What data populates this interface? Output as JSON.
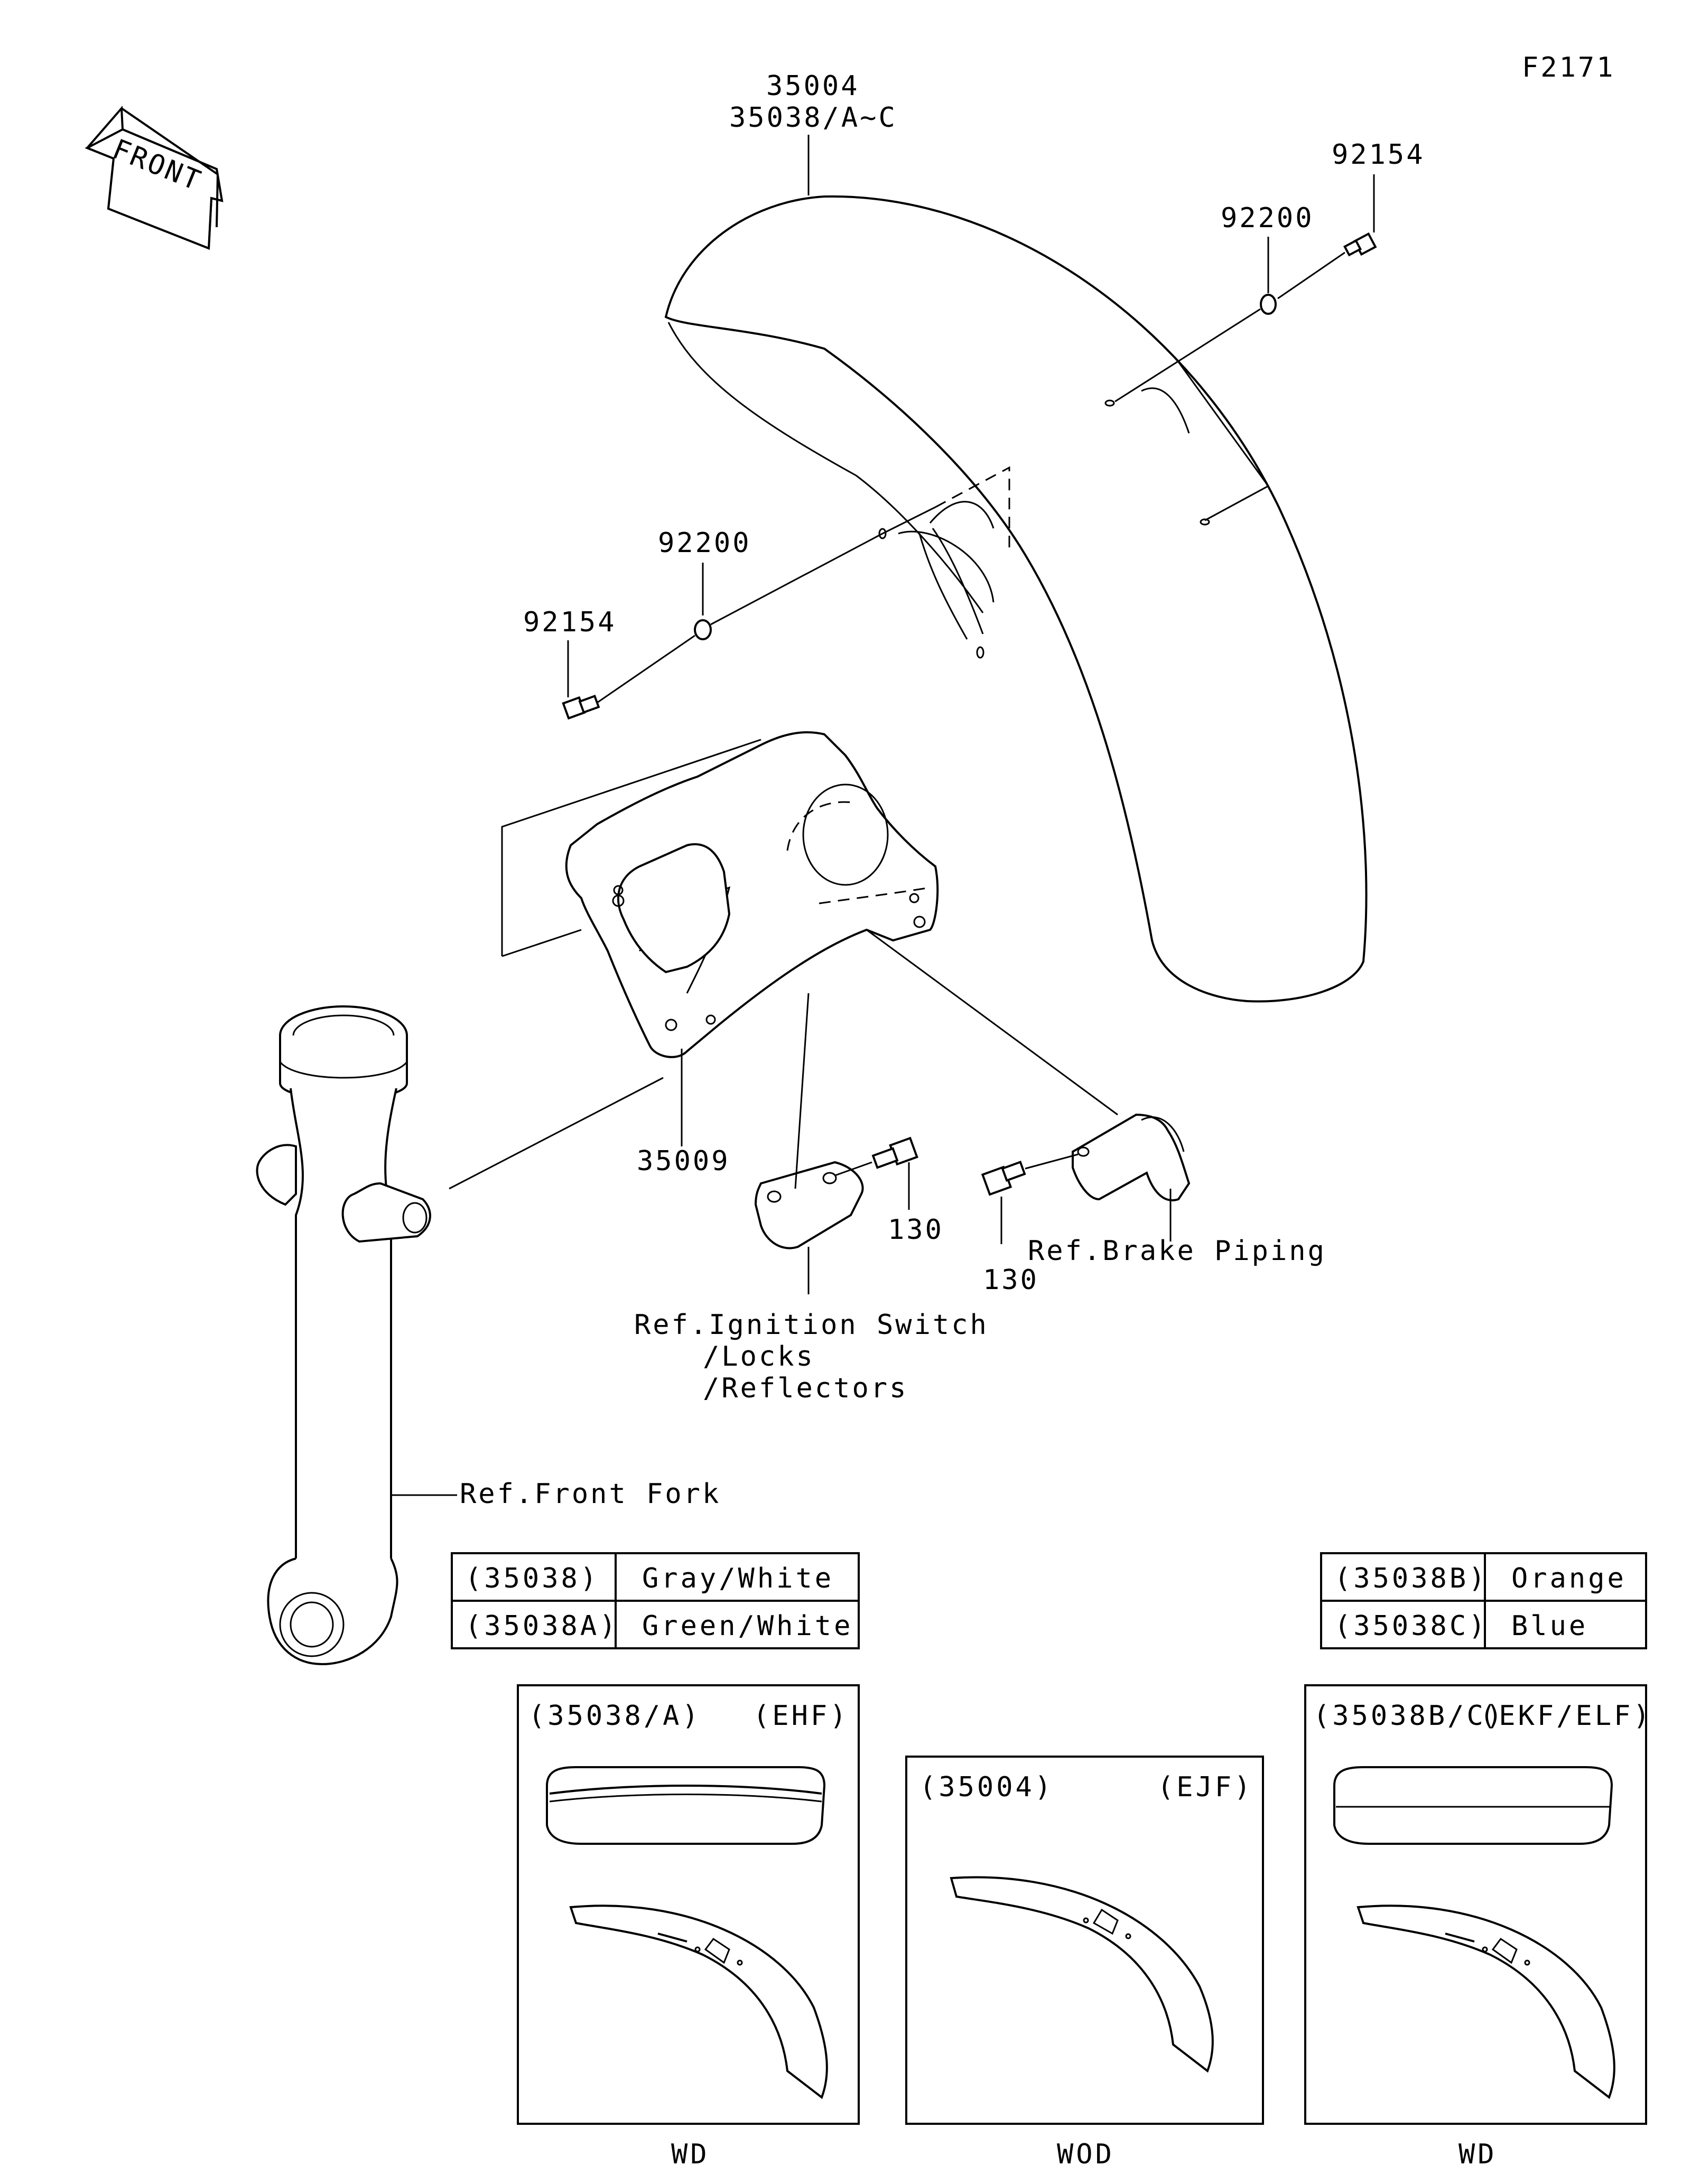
{
  "figure_id": "F2171",
  "front_arrow": {
    "label": "FRONT"
  },
  "callouts": {
    "fender_part": "35004",
    "fender_variants": "35038/A~C",
    "bolt_right": "92154",
    "washer_right": "92200",
    "washer_left": "92200",
    "bolt_left": "92154",
    "bracket": "35009",
    "bolt_center": "130",
    "bolt_lower": "130",
    "ref_brake": "Ref.Brake Piping",
    "ref_ignition_1": "Ref.Ignition Switch",
    "ref_ignition_2": "/Locks",
    "ref_ignition_3": "/Reflectors",
    "ref_fork": "Ref.Front Fork"
  },
  "color_table_left": [
    {
      "code": "(35038)",
      "color": "Gray/White"
    },
    {
      "code": "(35038A)",
      "color": "Green/White"
    }
  ],
  "color_table_right": [
    {
      "code": "(35038B)",
      "color": "Orange"
    },
    {
      "code": "(35038C)",
      "color": "Blue"
    }
  ],
  "variant_boxes": [
    {
      "code": "(35038/A)",
      "model": "(EHF)",
      "caption": "WD"
    },
    {
      "code": "(35004)",
      "model": "(EJF)",
      "caption": "WOD"
    },
    {
      "code": "(35038B/C)",
      "model": "(EKF/ELF)",
      "caption": "WD"
    }
  ]
}
